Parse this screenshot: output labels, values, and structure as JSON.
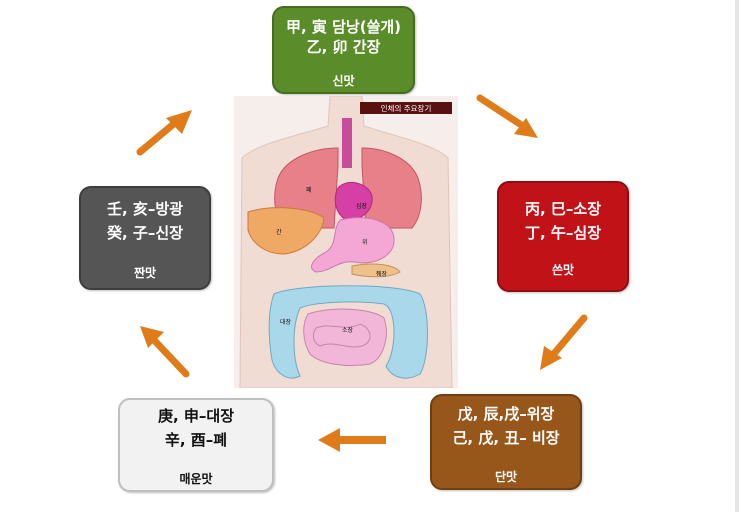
{
  "colors": {
    "wood": "#5b8c2a",
    "fire": "#c11218",
    "earth": "#97561a",
    "metal": "#f2f2f2",
    "water": "#555555",
    "arrow": "#e07b1a"
  },
  "wood": {
    "line1": "甲, 寅 담낭(쓸개)",
    "line2": "乙, 卯 간장",
    "taste": "신맛"
  },
  "fire": {
    "line1": "丙, 巳–소장",
    "line2": "丁, 午–심장",
    "taste": "쓴맛"
  },
  "earth": {
    "line1": "戊, 辰,戌–위장",
    "line2": "己, 戊, 丑– 비장",
    "taste": "단맛"
  },
  "metal": {
    "line1": "庚, 申–대장",
    "line2": "辛, 酉–폐",
    "taste": "매운맛"
  },
  "water": {
    "line1": "壬, 亥–방광",
    "line2": "癸, 子–신장",
    "taste": "짠맛"
  },
  "body": {
    "caption": "인체의 주요장기",
    "organs": {
      "lung": "폐",
      "heart": "심장",
      "liver": "간",
      "stomach": "위",
      "pancreas": "췌장",
      "large_intestine": "대장",
      "small_intestine": "소장"
    }
  }
}
